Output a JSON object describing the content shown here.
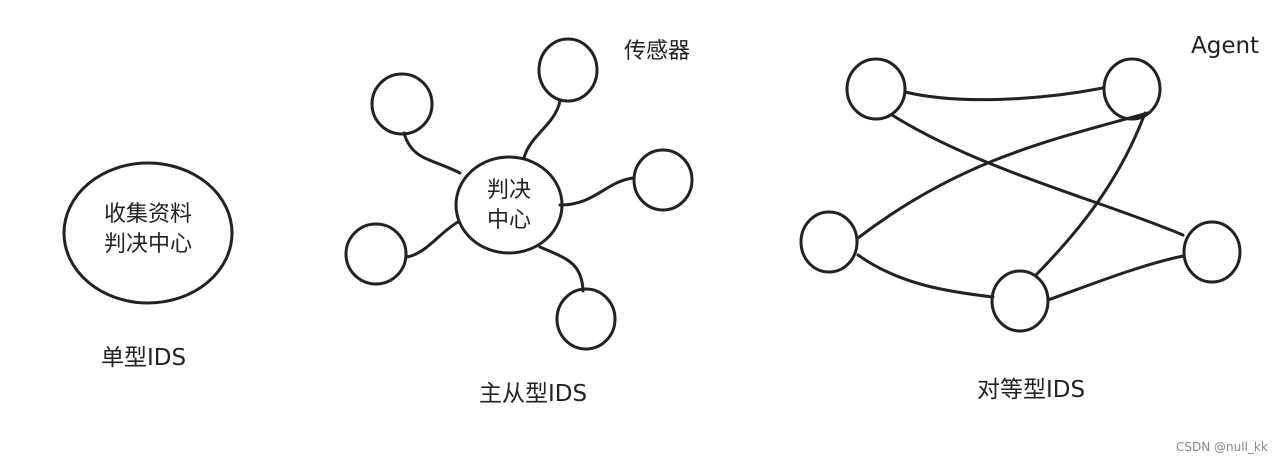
{
  "single": {
    "node_text_line1": "收集资料",
    "node_text_line2": "判决中心",
    "caption": "单型IDS"
  },
  "master_slave": {
    "center_line1": "判决",
    "center_line2": "中心",
    "sensor_label": "传感器",
    "caption": "主从型IDS"
  },
  "peer": {
    "agent_label": "Agent",
    "caption": "对等型IDS"
  },
  "watermark": "CSDN @null_kk",
  "colors": {
    "stroke": "#222222",
    "text": "#222222",
    "background": "#ffffff"
  }
}
